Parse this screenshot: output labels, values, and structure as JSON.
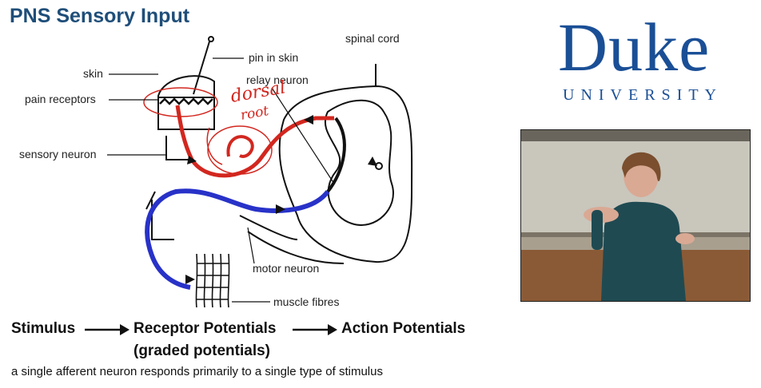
{
  "slide": {
    "title": "PNS Sensory Input"
  },
  "diagram": {
    "labels": {
      "spinal_cord": "spinal cord",
      "skin": "skin",
      "pin_in_skin": "pin in skin",
      "relay_neuron": "relay neuron",
      "pain_receptors": "pain receptors",
      "sensory_neuron": "sensory neuron",
      "motor_neuron": "motor neuron",
      "muscle_fibres": "muscle fibres"
    },
    "handwriting": {
      "line1": "dorsal",
      "line2": "root"
    },
    "colors": {
      "sensory": "#d2271f",
      "motor": "#2832c8",
      "ink": "#111111"
    }
  },
  "logo": {
    "name": "Duke",
    "subtitle": "UNIVERSITY",
    "color": "#1a4f96"
  },
  "flow": {
    "stimulus": "Stimulus",
    "receptor": "Receptor Potentials",
    "action": "Action Potentials",
    "graded": "(graded potentials)"
  },
  "caption": "a single afferent neuron responds primarily to a single type of stimulus"
}
